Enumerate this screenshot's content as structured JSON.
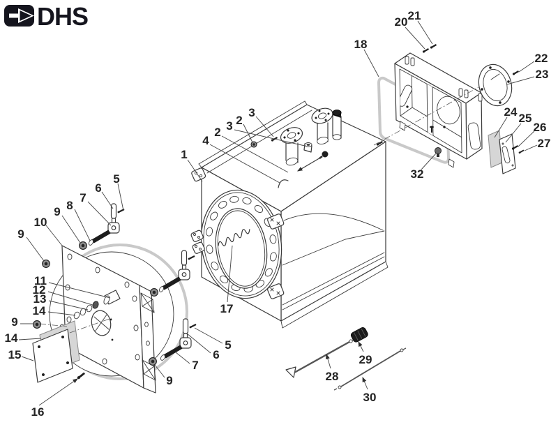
{
  "logo": {
    "text": "DHS",
    "icon": "arrow-right",
    "color": "#15151e"
  },
  "colors": {
    "ink": "#3a3a3a",
    "dark_fill": "#1f1f1f",
    "gasket_gray": "#c9c9c9",
    "background": "#ffffff"
  },
  "callouts": [
    {
      "label": "1"
    },
    {
      "label": "4"
    },
    {
      "label": "2"
    },
    {
      "label": "3"
    },
    {
      "label": "2"
    },
    {
      "label": "3"
    },
    {
      "label": "17"
    },
    {
      "label": "5"
    },
    {
      "label": "6"
    },
    {
      "label": "7"
    },
    {
      "label": "8"
    },
    {
      "label": "9"
    },
    {
      "label": "10"
    },
    {
      "label": "9"
    },
    {
      "label": "11"
    },
    {
      "label": "12"
    },
    {
      "label": "13"
    },
    {
      "label": "14"
    },
    {
      "label": "9"
    },
    {
      "label": "14"
    },
    {
      "label": "15"
    },
    {
      "label": "16"
    },
    {
      "label": "5"
    },
    {
      "label": "6"
    },
    {
      "label": "7"
    },
    {
      "label": "9"
    },
    {
      "label": "18"
    },
    {
      "label": "20"
    },
    {
      "label": "21"
    },
    {
      "label": "22"
    },
    {
      "label": "23"
    },
    {
      "label": "24"
    },
    {
      "label": "25"
    },
    {
      "label": "26"
    },
    {
      "label": "27"
    },
    {
      "label": "32"
    },
    {
      "label": "28"
    },
    {
      "label": "29"
    },
    {
      "label": "30"
    }
  ]
}
